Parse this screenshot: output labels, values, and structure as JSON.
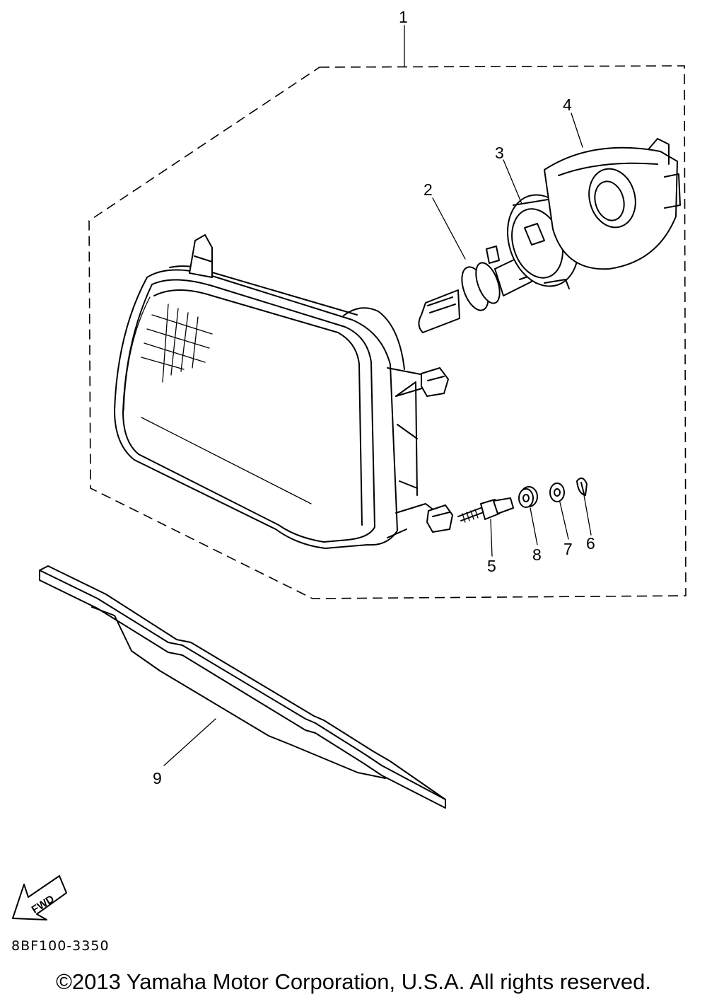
{
  "diagram": {
    "callouts": [
      "1",
      "2",
      "3",
      "4",
      "5",
      "6",
      "7",
      "8",
      "9"
    ],
    "fwd_label": "FWD",
    "diagram_code": "8BF100-3350",
    "copyright": "©2013 Yamaha Motor Corporation, U.S.A. All rights reserved."
  }
}
